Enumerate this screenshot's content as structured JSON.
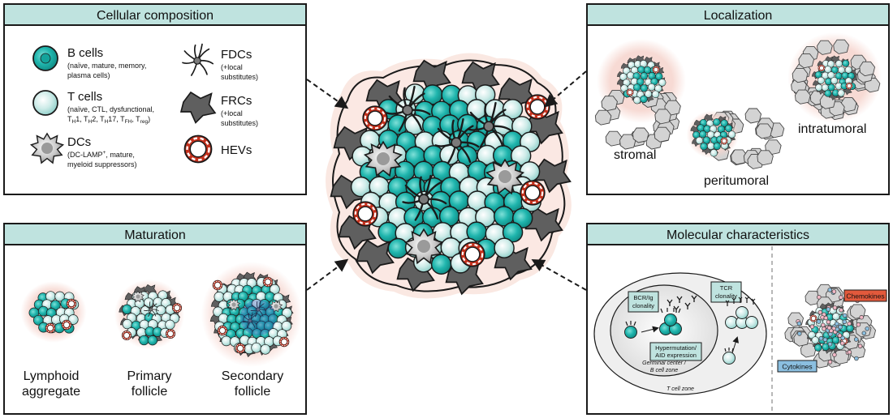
{
  "panels": {
    "cellular_composition": {
      "title": "Cellular composition",
      "b_cells": {
        "name": "B cells",
        "desc1": "(naïve, mature, memory,",
        "desc2": "plasma cells)"
      },
      "t_cells": {
        "name": "T cells",
        "desc1": "(naïve, CTL, dysfunctional,",
        "desc2_parts": [
          "T",
          "H",
          "1, T",
          "H",
          "2, T",
          "H",
          "17, T",
          "FH",
          ", T",
          "reg",
          ")"
        ]
      },
      "dcs": {
        "name": "DCs",
        "desc1a": "(DC-LAMP",
        "desc1b": "+",
        "desc1c": ", mature,",
        "desc2": "myeloid suppressors)"
      },
      "fdcs": {
        "name": "FDCs",
        "desc1": "(+local",
        "desc2": "substitutes)"
      },
      "frcs": {
        "name": "FRCs",
        "desc1": "(+local",
        "desc2": "substitutes)"
      },
      "hevs": {
        "name": "HEVs"
      }
    },
    "localization": {
      "title": "Localization",
      "labels": {
        "stromal": "stromal",
        "peritumoral": "peritumoral",
        "intratumoral": "intratumoral"
      }
    },
    "maturation": {
      "title": "Maturation",
      "stages": {
        "lymphoid": [
          "Lymphoid",
          "aggregate"
        ],
        "primary": [
          "Primary",
          "follicle"
        ],
        "secondary": [
          "Secondary",
          "follicle"
        ]
      }
    },
    "molecular": {
      "title": "Molecular characteristics",
      "bcr": [
        "BCR/Ig",
        "clonality"
      ],
      "tcr": [
        "TCR",
        "clonality"
      ],
      "hyper": [
        "Hypermutation/",
        "AID expression"
      ],
      "germinal": [
        "Germinal center /",
        "B cell zone"
      ],
      "tzone": "T cell zone",
      "chemokines": "Chemokines",
      "cytokines": "Cytokines"
    }
  },
  "colors": {
    "b_cell": "#1fb5ad",
    "t_cell": "#c2e8e5",
    "frc": "#5f5f5f",
    "hev": "#c4301c",
    "header": "#bfe3df",
    "chemokines_bg": "#e2593c",
    "cytokines_bg": "#8bbfe0"
  }
}
